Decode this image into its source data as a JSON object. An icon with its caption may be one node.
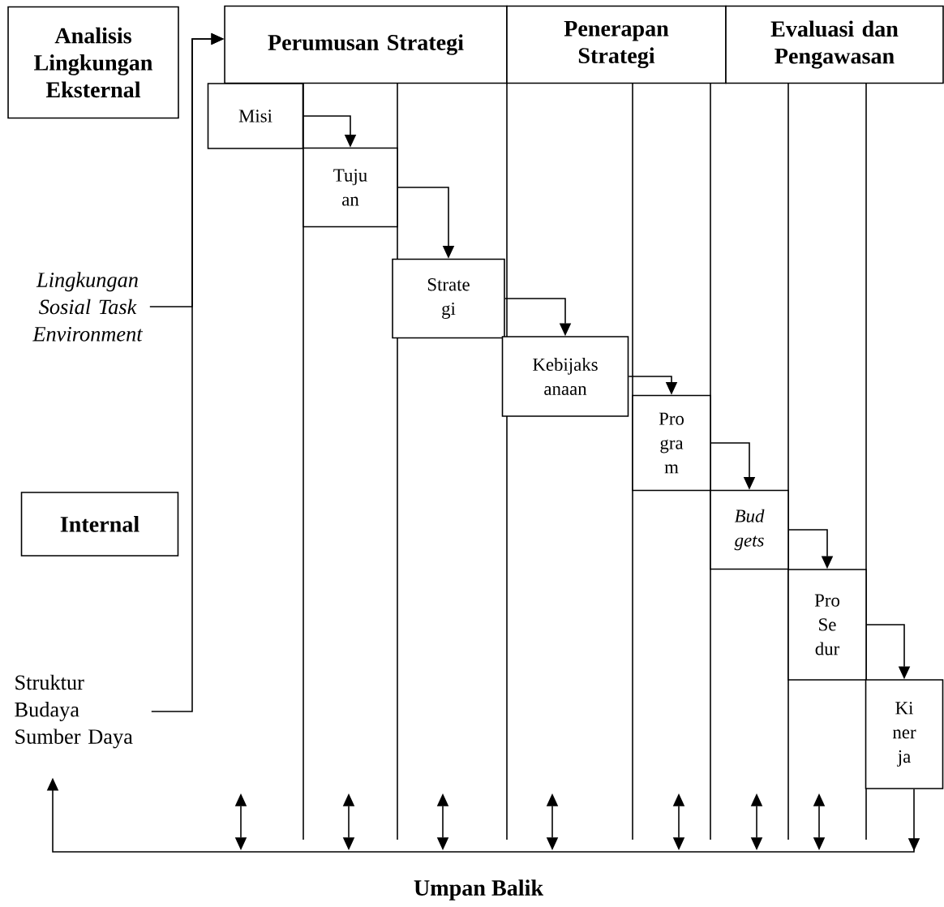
{
  "diagram": {
    "nodes": [
      {
        "text": [
          "Analisis Lingkungan Eksternal"
        ]
      },
      {
        "text": [
          "Perumusan Strategi"
        ]
      },
      {
        "text": [
          "Penerapan Strategi"
        ]
      },
      {
        "text": [
          "Evaluasi dan Pengawasan"
        ]
      },
      {
        "text": [
          "Lingkungan Sosial Task Environment"
        ]
      },
      {
        "text": [
          "Internal"
        ]
      },
      {
        "text": [
          "Struktur Budaya Sumber Daya"
        ]
      },
      {
        "text": [
          "Misi"
        ]
      },
      {
        "text": [
          "Tuju an"
        ]
      },
      {
        "text": [
          "Strate gi"
        ]
      },
      {
        "text": [
          "Kebijaks anaan"
        ]
      },
      {
        "text": [
          "Pro gra m"
        ]
      },
      {
        "text": [
          "Bud gets"
        ]
      },
      {
        "text": [
          "Pro Se dur"
        ]
      },
      {
        "text": [
          "Ki ner ja"
        ]
      }
    ],
    "edges": [
      {
        "from": 4,
        "to": 1,
        "arrow": "to"
      },
      {
        "from": 6,
        "to": 1,
        "arrow": "to"
      },
      {
        "from": 7,
        "to": 8,
        "arrow": "to"
      },
      {
        "from": 8,
        "to": 9,
        "arrow": "to"
      },
      {
        "from": 9,
        "to": 10,
        "arrow": "to"
      },
      {
        "from": 10,
        "to": 11,
        "arrow": "to"
      },
      {
        "from": 11,
        "to": 12,
        "arrow": "to"
      },
      {
        "from": 12,
        "to": 13,
        "arrow": "to"
      },
      {
        "from": 13,
        "to": 14,
        "arrow": "to"
      },
      {
        "from": 14,
        "to": 6,
        "arrow": "to"
      }
    ],
    "labels": [
      "Umpan Balik"
    ]
  }
}
